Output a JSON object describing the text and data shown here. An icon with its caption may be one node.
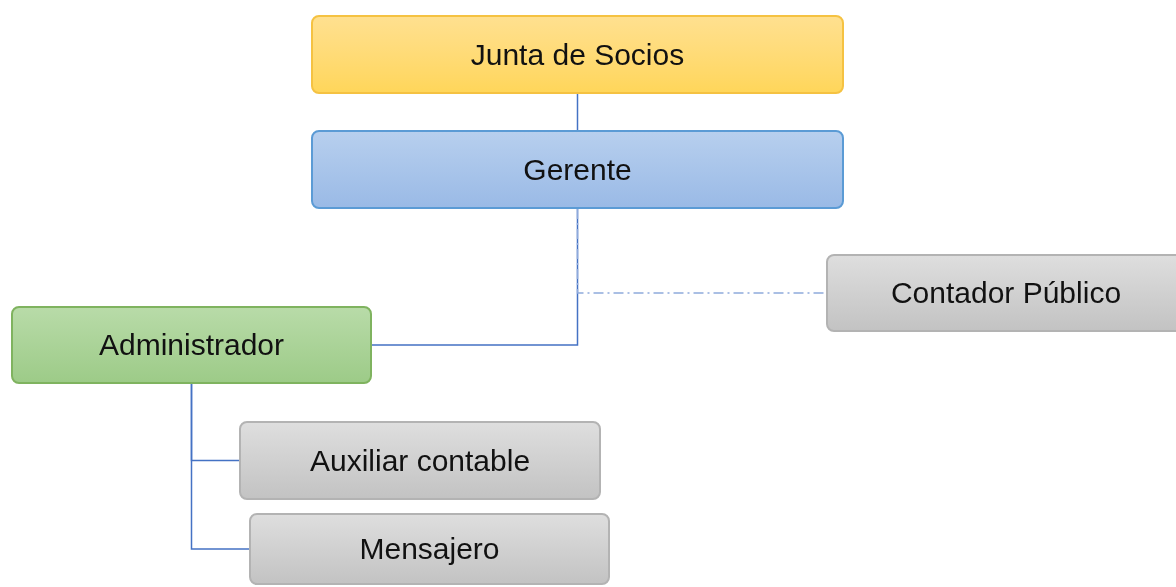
{
  "diagram": {
    "nodes": [
      {
        "text": [
          "Junta de Socios"
        ]
      },
      {
        "text": [
          "Gerente"
        ]
      },
      {
        "text": [
          "Contador Público"
        ]
      },
      {
        "text": [
          "Administrador"
        ]
      },
      {
        "text": [
          "Auxiliar contable"
        ]
      },
      {
        "text": [
          "Mensajero"
        ]
      }
    ],
    "edges": [
      {
        "from": 0,
        "to": 1,
        "arrow": "none"
      },
      {
        "from": 1,
        "to": 3,
        "arrow": "none"
      },
      {
        "from": 1,
        "to": 2,
        "arrow": "none",
        "style": "dashed"
      },
      {
        "from": 3,
        "to": 4,
        "arrow": "none"
      },
      {
        "from": 3,
        "to": 5,
        "arrow": "none"
      }
    ]
  }
}
